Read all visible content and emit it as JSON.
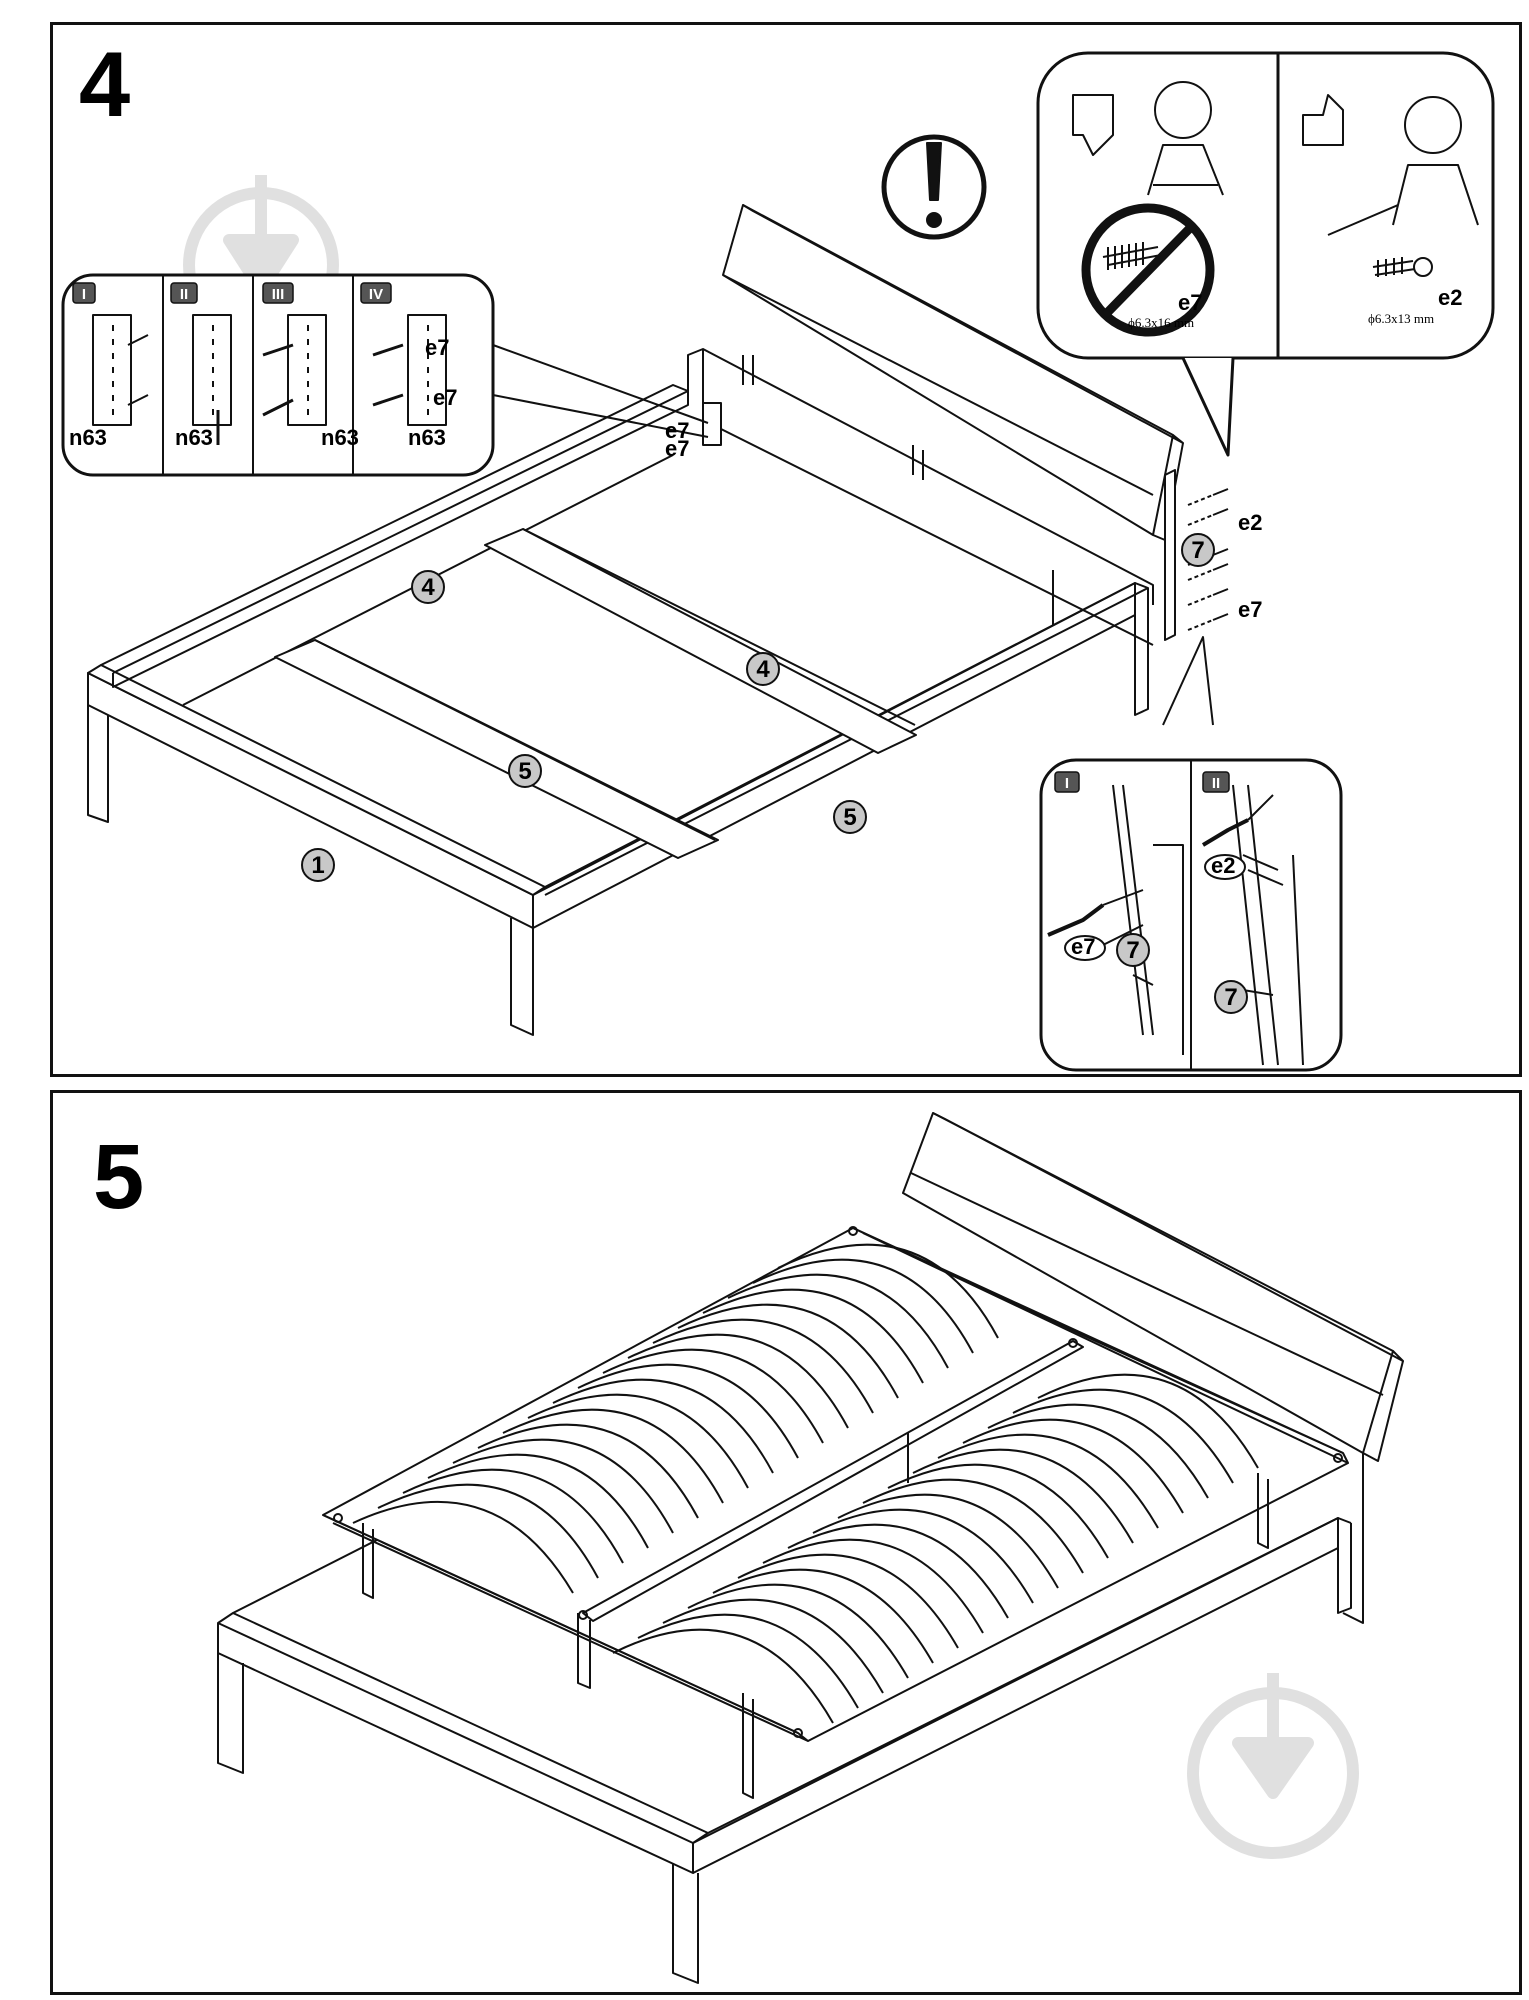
{
  "step4": {
    "number": "4",
    "parts": {
      "side_rail": "4",
      "slat": "5",
      "foot_rail": "1",
      "leg": "7"
    },
    "hardware": {
      "bracket_screw": "e7",
      "bracket_pin": "n63",
      "leg_screw": "e2"
    },
    "detail_steps": [
      "I",
      "II",
      "III",
      "IV"
    ],
    "leg_detail_steps": [
      "I",
      "II"
    ],
    "screw_info": {
      "wrong": {
        "code": "e7",
        "size": "ϕ6.3x16 mm"
      },
      "right": {
        "code": "e2",
        "size": "ϕ6.3x13 mm"
      }
    },
    "icons": [
      "warning-icon",
      "thumbs-down-icon",
      "thumbs-up-icon",
      "prohibited-icon",
      "screwdriver-icon"
    ]
  },
  "step5": {
    "number": "5"
  },
  "colors": {
    "line": "#111111",
    "bubble": "#c8c8c8",
    "watermark": "#d9d9d9"
  }
}
